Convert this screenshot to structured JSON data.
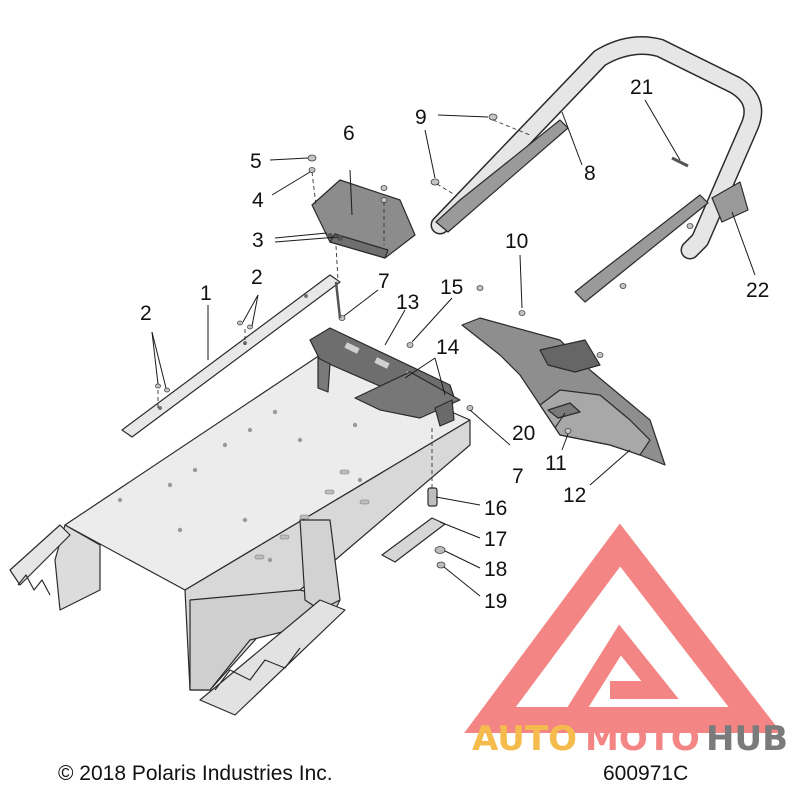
{
  "diagram": {
    "callouts": [
      "1",
      "2",
      "2",
      "2",
      "3",
      "4",
      "5",
      "6",
      "7",
      "7",
      "8",
      "9",
      "10",
      "11",
      "12",
      "13",
      "14",
      "15",
      "16",
      "17",
      "18",
      "19",
      "20",
      "21",
      "22"
    ]
  },
  "footer": {
    "copyright": "© 2018 Polaris Industries Inc.",
    "part_code": "600971C"
  },
  "watermark": {
    "text_auto": "AUTO",
    "text_moto": "MOTO",
    "text_hub": "HUB",
    "color_red": "#f27a78",
    "color_orange": "#f5b43a",
    "color_gray": "#6d6d6d"
  }
}
